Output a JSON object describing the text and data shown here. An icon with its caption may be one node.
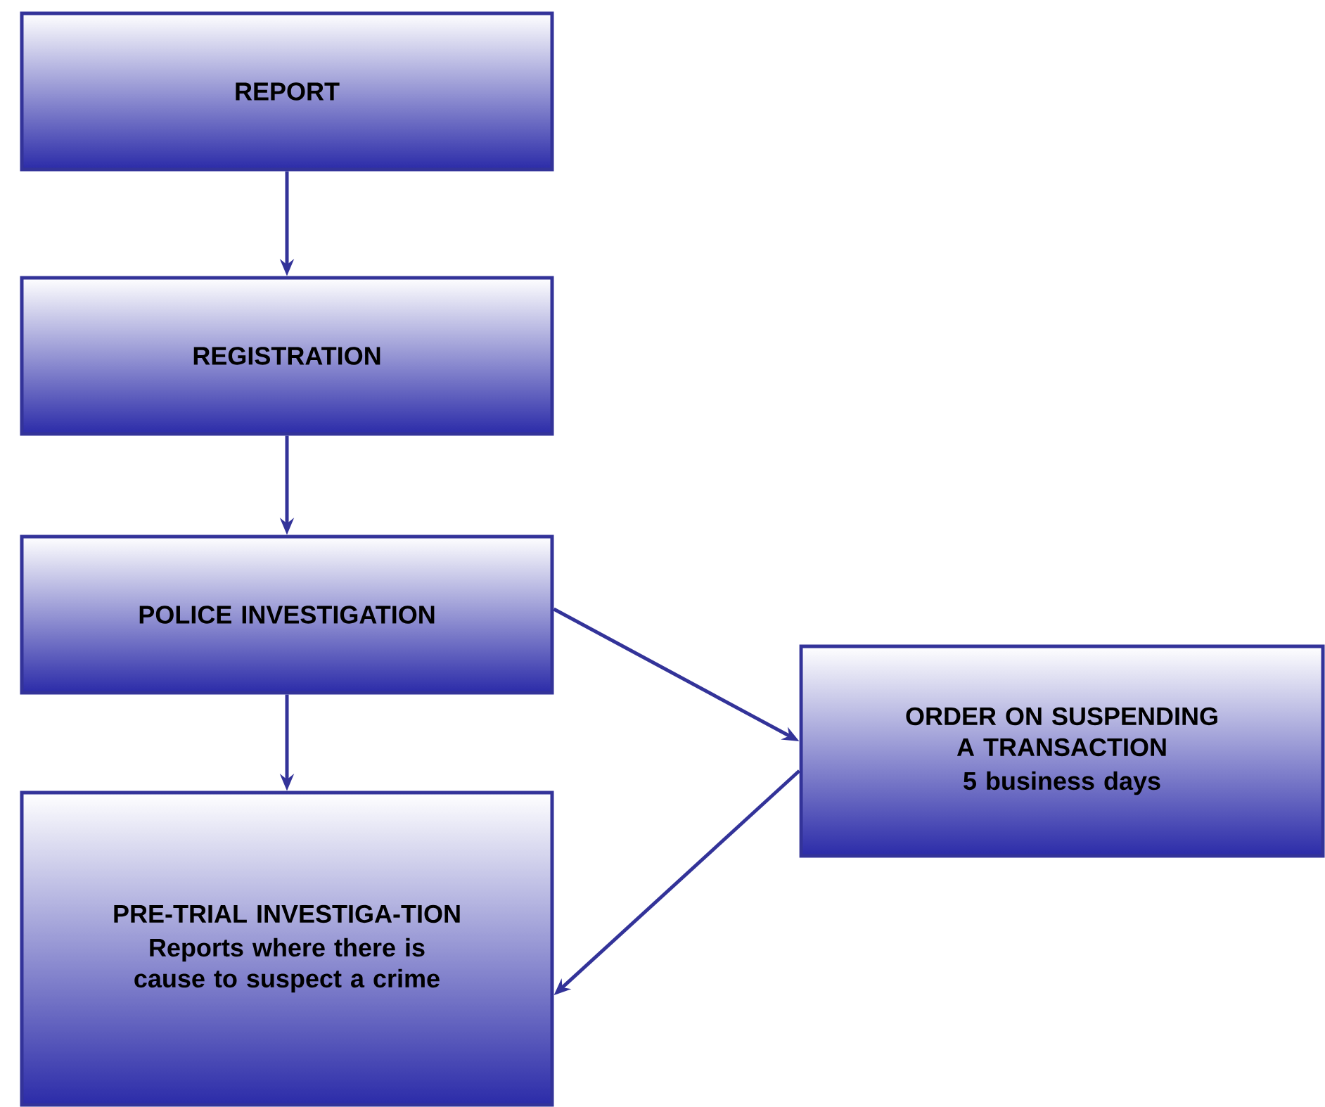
{
  "diagram": {
    "nodes": [
      {
        "text": [
          "REPORT"
        ]
      },
      {
        "text": [
          "REGISTRATION"
        ]
      },
      {
        "text": [
          "POLICE INVESTIGATION"
        ]
      },
      {
        "text": [
          "PRE-TRIAL INVESTIGA-TION",
          "Reports where there is cause to suspect a crime"
        ]
      },
      {
        "text": [
          "ORDER ON SUSPENDING A TRANSACTION",
          "5 business days"
        ]
      }
    ],
    "edges": [
      {
        "from": 0,
        "to": 1,
        "arrow": "to"
      },
      {
        "from": 1,
        "to": 2,
        "arrow": "to"
      },
      {
        "from": 2,
        "to": 3,
        "arrow": "to"
      },
      {
        "from": 2,
        "to": 4,
        "arrow": "to"
      },
      {
        "from": 4,
        "to": 3,
        "arrow": "to"
      }
    ]
  }
}
